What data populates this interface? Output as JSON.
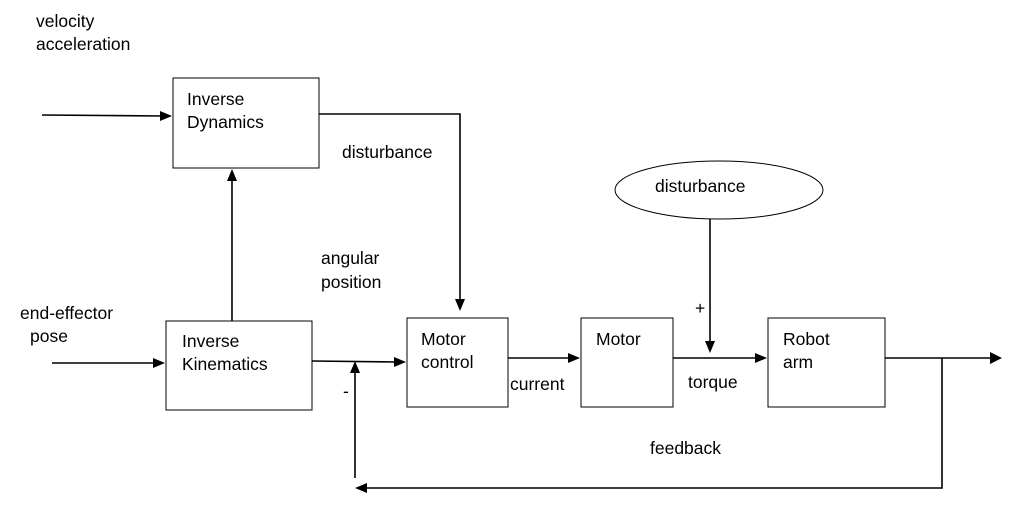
{
  "inputs": {
    "velocity_line1": "velocity",
    "velocity_line2": "acceleration",
    "pose_line1": "end-effector",
    "pose_line2": "pose"
  },
  "blocks": {
    "inverse_dynamics": [
      "Inverse",
      "Dynamics"
    ],
    "inverse_kinematics": [
      "Inverse",
      "Kinematics"
    ],
    "motor_control": [
      "Motor",
      "control"
    ],
    "motor": "Motor",
    "robot_arm": [
      "Robot",
      "arm"
    ],
    "disturbance_source": "disturbance"
  },
  "signals": {
    "disturbance": "disturbance",
    "angular_position": [
      "angular",
      "position"
    ],
    "current": "current",
    "torque": "torque",
    "feedback": "feedback",
    "plus_sign": "+",
    "minus_sign": "-"
  }
}
